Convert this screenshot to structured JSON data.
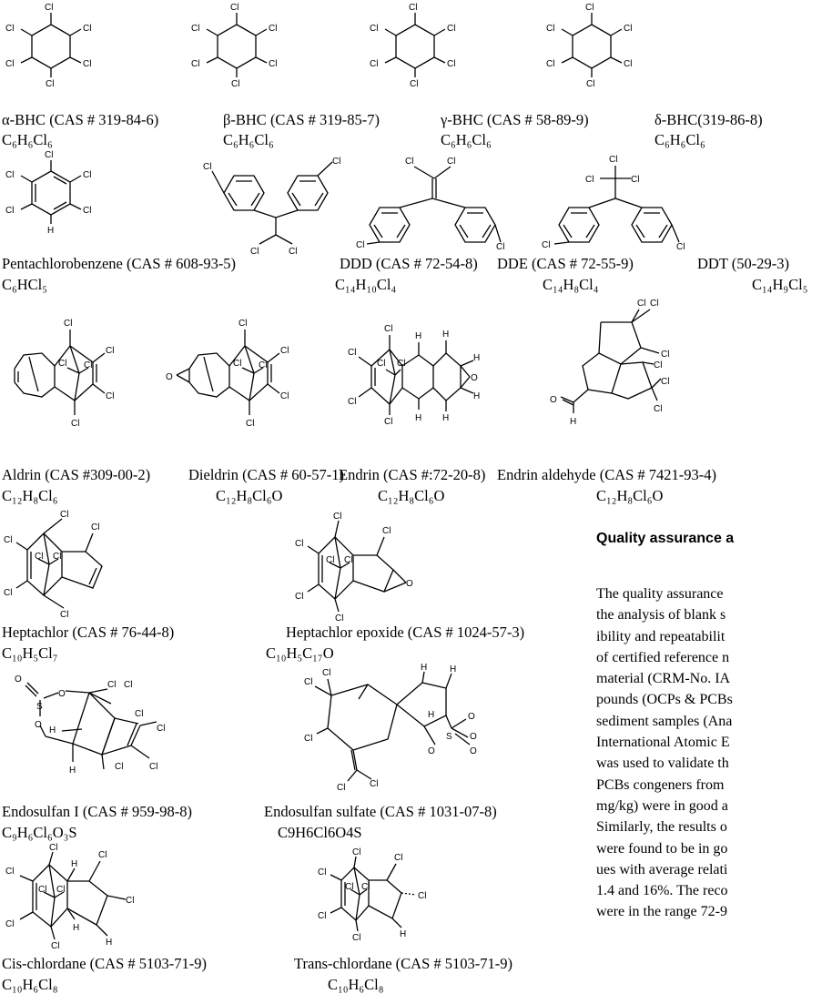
{
  "compounds": [
    {
      "name": "α-BHC (CAS # 319-84-6)",
      "formula": "C₆H₆Cl₆"
    },
    {
      "name": "β-BHC (CAS # 319-85-7)",
      "formula": "C₆H₆Cl₆"
    },
    {
      "name": "γ-BHC (CAS # 58-89-9)",
      "formula": "C₆H₆Cl₆"
    },
    {
      "name": "δ-BHC(319-86-8)",
      "formula": "C₆H₆Cl₆"
    },
    {
      "name": "Pentachlorobenzene (CAS # 608-93-5)",
      "formula": "C₆HCl₅"
    },
    {
      "name": "DDD (CAS # 72-54-8)",
      "formula": "C₁₄H₁₀Cl₄"
    },
    {
      "name": "DDE (CAS # 72-55-9)",
      "formula": "C₁₄H₈Cl₄"
    },
    {
      "name": "DDT (50-29-3)",
      "formula": "C₁₄H₉Cl₅"
    },
    {
      "name": "Aldrin (CAS #309-00-2)",
      "formula": "C₁₂H₈Cl₆"
    },
    {
      "name": "Dieldrin (CAS # 60-57-1)",
      "formula": "C₁₂H₈Cl₆O"
    },
    {
      "name": "Endrin (CAS #:72-20-8)",
      "formula": "C₁₂H₈Cl₆O"
    },
    {
      "name": "Endrin aldehyde (CAS # 7421-93-4)",
      "formula": "C₁₂H₈Cl₆O"
    },
    {
      "name": "Heptachlor (CAS # 76-44-8)",
      "formula": "C₁₀H₅Cl₇"
    },
    {
      "name": "Heptachlor epoxide (CAS # 1024-57-3)",
      "formula": "C₁₀H₅C₁₇O"
    },
    {
      "name": "Endosulfan I (CAS # 959-98-8)",
      "formula": "C₉H₆Cl₆O₃S"
    },
    {
      "name": "Endosulfan sulfate (CAS # 1031-07-8)",
      "formula": "C9H6Cl6O4S"
    },
    {
      "name": "Cis-chlordane (CAS # 5103-71-9)",
      "formula": "C₁₀H₆Cl₈"
    },
    {
      "name": "Trans-chlordane (CAS # 5103-71-9)",
      "formula": "C₁₀H₆Cl₈"
    }
  ],
  "atom_labels": {
    "cl": "Cl",
    "h": "H",
    "o": "O",
    "s": "S"
  },
  "section": {
    "heading": "Quality assurance a",
    "lines": [
      "The quality assurance",
      "the analysis of blank s",
      "ibility and repeatabilit",
      "of certified reference n",
      "material (CRM-No. IA",
      "pounds (OCPs & PCBs",
      "sediment samples (Ana",
      "International Atomic E",
      "was used to validate th",
      "PCBs congeners from",
      "mg/kg) were in good a",
      "Similarly, the results o",
      "were found to be in go",
      "ues with average relati",
      "1.4 and 16%. The reco",
      "were in the range 72-9"
    ]
  }
}
